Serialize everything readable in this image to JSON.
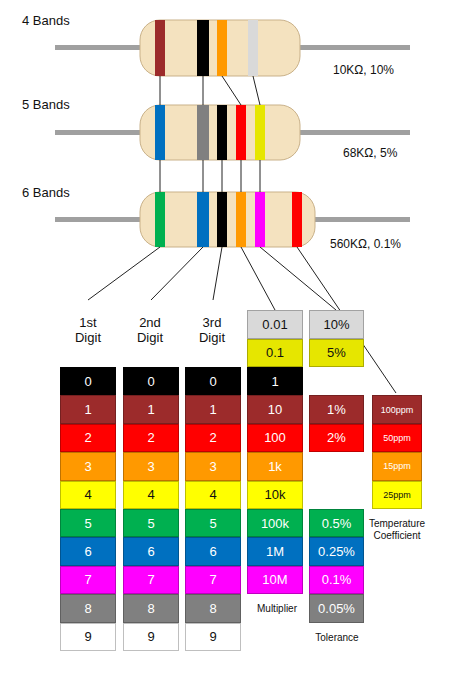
{
  "diagram": {
    "nodes": [
      {
        "text": [
          "0"
        ]
      },
      {
        "text": [
          "1"
        ]
      },
      {
        "text": [
          "2"
        ]
      },
      {
        "text": [
          "3"
        ]
      },
      {
        "text": [
          "4"
        ]
      },
      {
        "text": [
          "5"
        ]
      },
      {
        "text": [
          "6"
        ]
      },
      {
        "text": [
          "7"
        ]
      },
      {
        "text": [
          "8"
        ]
      },
      {
        "text": [
          "9"
        ]
      },
      {
        "text": [
          "0"
        ]
      },
      {
        "text": [
          "1"
        ]
      },
      {
        "text": [
          "2"
        ]
      },
      {
        "text": [
          "3"
        ]
      },
      {
        "text": [
          "4"
        ]
      },
      {
        "text": [
          "5"
        ]
      },
      {
        "text": [
          "6"
        ]
      },
      {
        "text": [
          "7"
        ]
      },
      {
        "text": [
          "8"
        ]
      },
      {
        "text": [
          "9"
        ]
      },
      {
        "text": [
          "0"
        ]
      },
      {
        "text": [
          "1"
        ]
      },
      {
        "text": [
          "2"
        ]
      },
      {
        "text": [
          "3"
        ]
      },
      {
        "text": [
          "4"
        ]
      },
      {
        "text": [
          "5"
        ]
      },
      {
        "text": [
          "6"
        ]
      },
      {
        "text": [
          "7"
        ]
      },
      {
        "text": [
          "8"
        ]
      },
      {
        "text": [
          "9"
        ]
      },
      {
        "text": [
          "0.01"
        ]
      },
      {
        "text": [
          "0.1"
        ]
      },
      {
        "text": [
          "1"
        ]
      },
      {
        "text": [
          "10"
        ]
      },
      {
        "text": [
          "100"
        ]
      },
      {
        "text": [
          "1k"
        ]
      },
      {
        "text": [
          "10k"
        ]
      },
      {
        "text": [
          "100k"
        ]
      },
      {
        "text": [
          "1M"
        ]
      },
      {
        "text": [
          "10M"
        ]
      },
      {
        "text": [
          "10%"
        ]
      },
      {
        "text": [
          "5%"
        ]
      },
      {
        "text": [
          "1%"
        ]
      },
      {
        "text": [
          "2%"
        ]
      },
      {
        "text": [
          "0.5%"
        ]
      },
      {
        "text": [
          "0.25%"
        ]
      },
      {
        "text": [
          "0.1%"
        ]
      },
      {
        "text": [
          "0.05%"
        ]
      },
      {
        "text": [
          "100ppm"
        ]
      },
      {
        "text": [
          "50ppm"
        ]
      },
      {
        "text": [
          "15ppm"
        ]
      },
      {
        "text": [
          "25ppm"
        ]
      }
    ],
    "labels": [
      "4 Bands",
      "10KΩ, 10%",
      "5 Bands",
      "68KΩ, 5%",
      "6 Bands",
      "560KΩ, 0.1%",
      "1st Digit",
      "2nd Digit",
      "3rd Digit",
      "Temperature Coefficient",
      "Multiplier",
      "Tolerance"
    ]
  }
}
